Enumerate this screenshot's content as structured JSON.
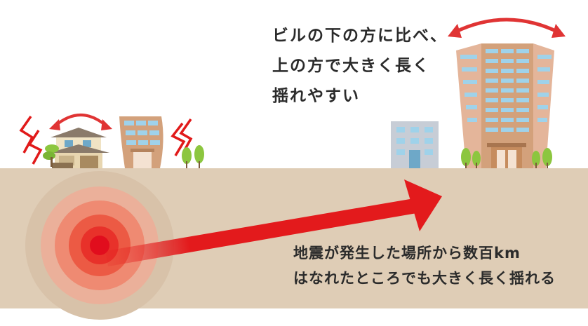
{
  "captions": {
    "top": [
      "ビルの下の方に比べ、",
      "上の方で大きく長く",
      "揺れやすい"
    ],
    "bottom": [
      "地震が発生した場所から数百km",
      "はなれたところでも大きく長く揺れる"
    ]
  },
  "colors": {
    "ground": "#dfcdb6",
    "epicenter": "#e10d1d",
    "arrow": "#e31a1c",
    "sway_arrow": "#e03434",
    "quake_zigzag": "#e11a1a",
    "tree": "#8cc63f"
  },
  "icons": [
    "epicenter-rings",
    "seismic-wave-arrow",
    "sway-arrow",
    "quake-zigzag",
    "house",
    "bent-building",
    "office-building",
    "skyscraper",
    "tree"
  ]
}
